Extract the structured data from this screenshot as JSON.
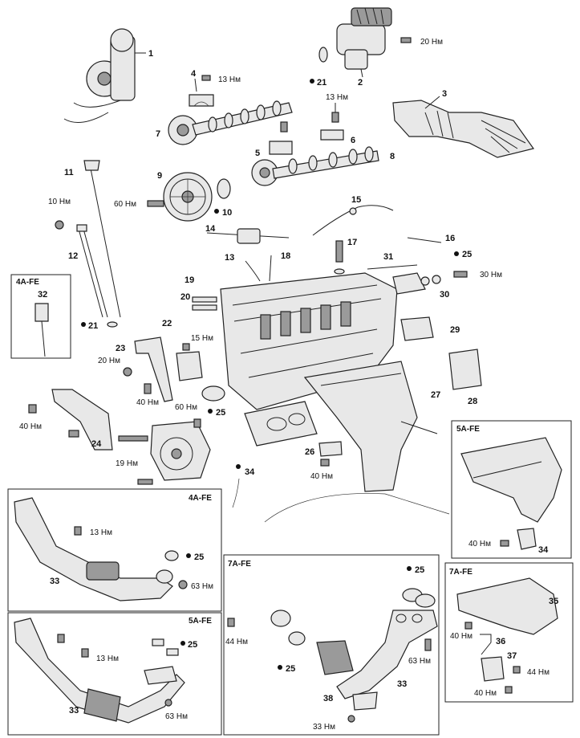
{
  "callouts": {
    "c1": "1",
    "c2": "2",
    "c3": "3",
    "c4": "4",
    "c5": "5",
    "c6": "6",
    "c7": "7",
    "c8": "8",
    "c9": "9",
    "c10": "10",
    "c11": "11",
    "c12": "12",
    "c13": "13",
    "c14": "14",
    "c15": "15",
    "c16": "16",
    "c17": "17",
    "c18": "18",
    "c19": "19",
    "c20": "20",
    "c21a": "21",
    "c21b": "21",
    "c22": "22",
    "c23": "23",
    "c24": "24",
    "c25a": "25",
    "c25b": "25",
    "c25c": "25",
    "c25d": "25",
    "c25e": "25",
    "c25f": "25",
    "c26": "26",
    "c27": "27",
    "c28": "28",
    "c29": "29",
    "c30": "30",
    "c31": "31",
    "c32": "32",
    "c33a": "33",
    "c33b": "33",
    "c33c": "33",
    "c34a": "34",
    "c34b": "34",
    "c35": "35",
    "c36": "36",
    "c37": "37",
    "c38": "38"
  },
  "torques": {
    "t20nm_dist": "20 Нм",
    "t13nm_cam": "13 Нм",
    "t13nm_cap": "13 Нм",
    "t60nm_pulley": "60 Нм",
    "t10nm_dip": "10 Нм",
    "t30nm": "30 Нм",
    "t15nm": "15 Нм",
    "t20nm_brk": "20 Нм",
    "t40nm_brk": "40 Нм",
    "t60nm_alt": "60 Нм",
    "t40nm_side": "40 Нм",
    "t19nm": "19 Нм",
    "t40nm_26": "40 Нм",
    "t13nm_4a": "13 Нм",
    "t63nm_4a": "63 Нм",
    "t13nm_5a": "13 Нм",
    "t63nm_5a": "63 Нм",
    "t44nm_7a": "44 Нм",
    "t63nm_7a": "63 Нм",
    "t33nm_7a": "33 Нм",
    "t40nm_5a_hs": "40 Нм",
    "t40nm_7a_hs1": "40 Нм",
    "t44nm_7a_hs": "44 Нм",
    "t40nm_7a_hs2": "40 Нм"
  },
  "variants": {
    "v4a_dip": "4A-FE",
    "v4a_exh": "4A-FE",
    "v5a_exh": "5A-FE",
    "v7a_exh": "7A-FE",
    "v5a_hs": "5A-FE",
    "v7a_hs": "7A-FE"
  }
}
